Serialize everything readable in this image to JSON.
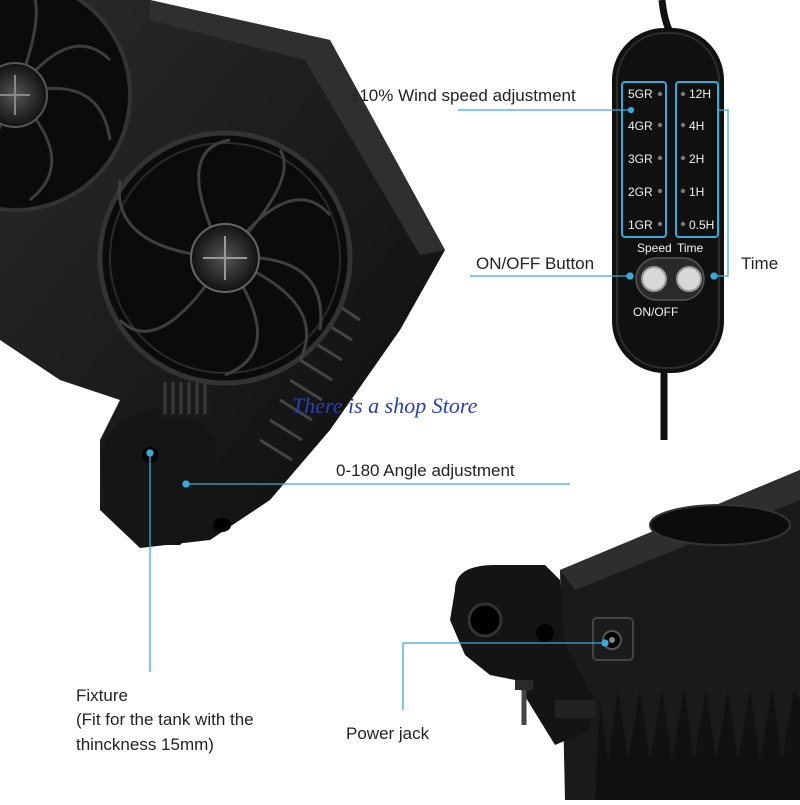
{
  "callouts": {
    "wind_speed": "±10% Wind speed adjustment",
    "on_off": "ON/OFF Button",
    "time": "Time",
    "angle": "0-180  Angle adjustment",
    "fixture_line1": "Fixture",
    "fixture_line2": "(Fit for the tank with the",
    "fixture_line3": "thinckness  15mm)",
    "power_jack": "Power jack"
  },
  "controller": {
    "speed_levels": [
      "5GR",
      "4GR",
      "3GR",
      "2GR",
      "1GR"
    ],
    "time_levels": [
      "12H",
      "4H",
      "2H",
      "1H",
      "0.5H"
    ],
    "speed_label": "Speed",
    "time_label": "Time",
    "onoff_label": "ON/OFF"
  },
  "watermark": "There is a shop Store",
  "colors": {
    "accent_line": "#3aa9d8",
    "device_body": "#1c1c1c",
    "watermark": "#2a3fb0"
  }
}
